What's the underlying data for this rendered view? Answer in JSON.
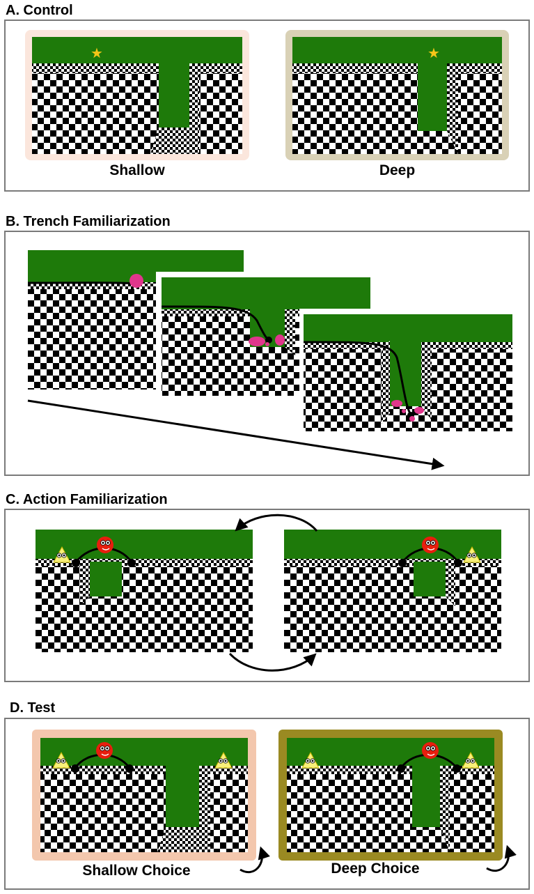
{
  "sections": {
    "a": {
      "title": "A. Control",
      "left_caption": "Shallow",
      "right_caption": "Deep"
    },
    "b": {
      "title": "B. Trench Familiarization"
    },
    "c": {
      "title": "C. Action Familiarization"
    },
    "d": {
      "title": "D. Test",
      "left_caption": "Shallow Choice",
      "right_caption": "Deep Choice"
    }
  },
  "colors": {
    "grass": "#1e7a0a",
    "checker_dark": "#000000",
    "checker_light": "#ffffff",
    "panel_border": "#7a7a7a",
    "shallow_frame": "#fbe6dc",
    "deep_frame": "#d9d1b6",
    "shallow_choice_frame": "#f3c7ad",
    "deep_choice_frame": "#9a8a22",
    "star": "#f5c518",
    "pink_ball": "#e0368c",
    "red_agent": "#e81e0e",
    "yellow_agent": "#f8f07a"
  },
  "icons": [
    "star-icon",
    "pink-ball-icon",
    "red-agent-icon",
    "yellow-agent-icon",
    "curved-arrow-icon"
  ]
}
